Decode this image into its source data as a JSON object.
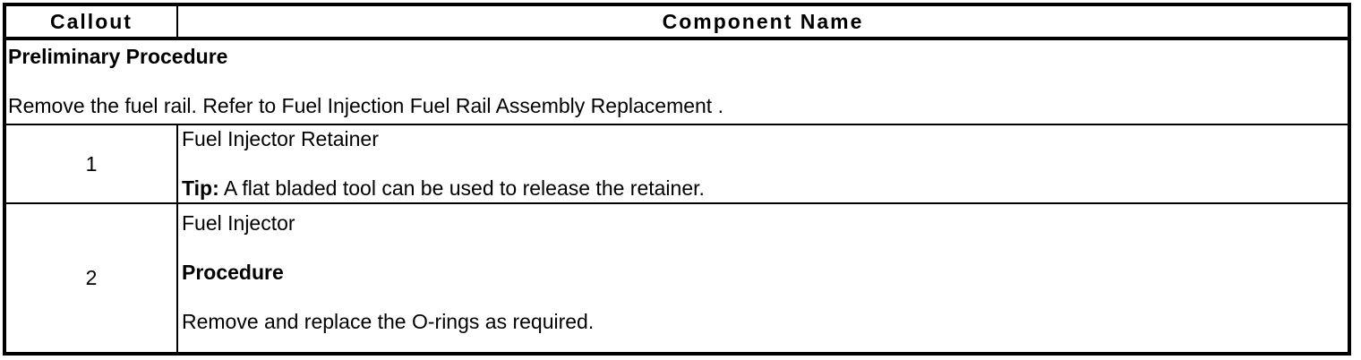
{
  "colors": {
    "page_background": "#ffffff",
    "table_border": "#000000",
    "text": "#000000"
  },
  "table": {
    "header": {
      "callout": "Callout",
      "component": "Component Name"
    },
    "preliminary": {
      "title": "Preliminary Procedure",
      "instruction_prefix": "Remove the fuel rail. Refer to ",
      "instruction_reference": "Fuel Injection Fuel Rail Assembly Replacement",
      "instruction_suffix": " ."
    },
    "rows": [
      {
        "callout": "1",
        "component_name": "Fuel Injector Retainer",
        "tip_label": "Tip:",
        "tip_text": " A flat bladed tool can be used to release the retainer."
      },
      {
        "callout": "2",
        "component_name": "Fuel Injector",
        "procedure_label": "Procedure",
        "procedure_text": "Remove and replace the O-rings as required."
      }
    ]
  }
}
